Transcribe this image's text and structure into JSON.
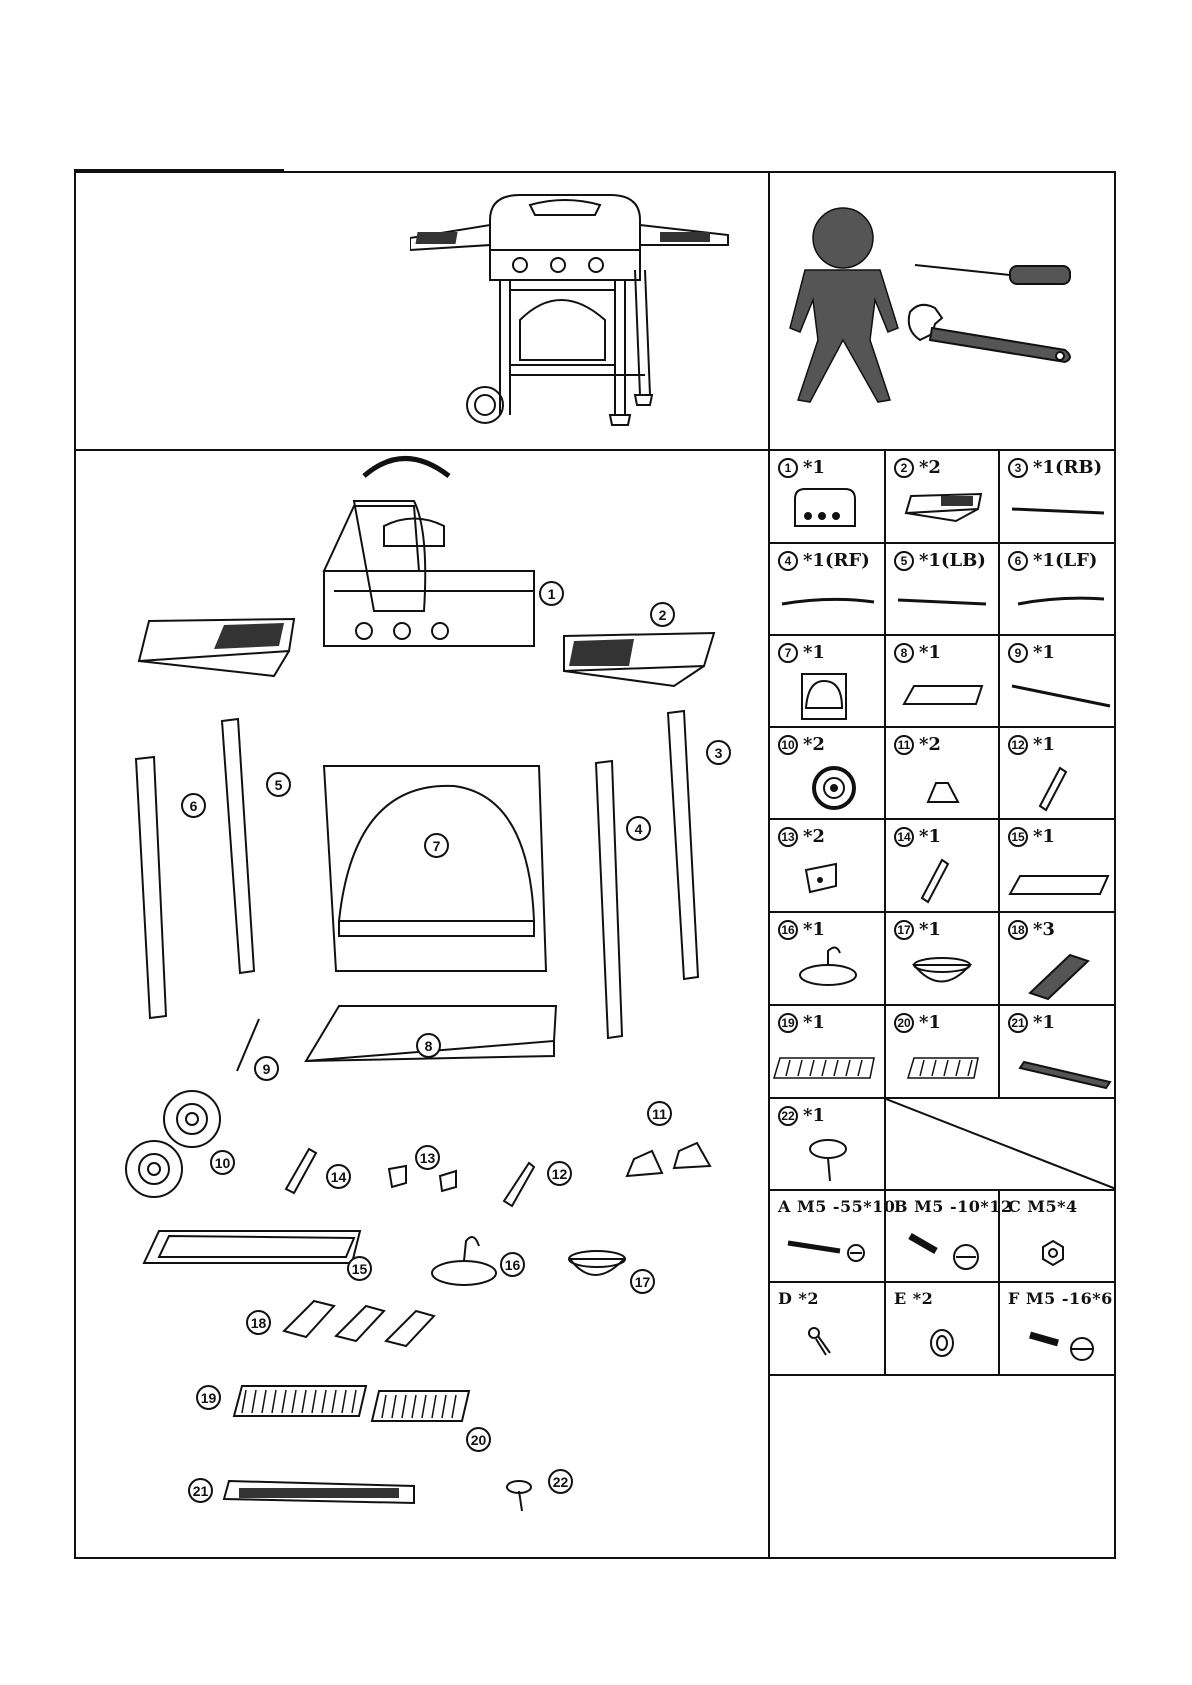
{
  "parts": [
    {
      "num": "1",
      "qty": "*1"
    },
    {
      "num": "2",
      "qty": "*2"
    },
    {
      "num": "3",
      "qty": "*1(RB)"
    },
    {
      "num": "4",
      "qty": "*1(RF)"
    },
    {
      "num": "5",
      "qty": "*1(LB)"
    },
    {
      "num": "6",
      "qty": "*1(LF)"
    },
    {
      "num": "7",
      "qty": "*1"
    },
    {
      "num": "8",
      "qty": "*1"
    },
    {
      "num": "9",
      "qty": "*1"
    },
    {
      "num": "10",
      "qty": "*2"
    },
    {
      "num": "11",
      "qty": "*2"
    },
    {
      "num": "12",
      "qty": "*1"
    },
    {
      "num": "13",
      "qty": "*2"
    },
    {
      "num": "14",
      "qty": "*1"
    },
    {
      "num": "15",
      "qty": "*1"
    },
    {
      "num": "16",
      "qty": "*1"
    },
    {
      "num": "17",
      "qty": "*1"
    },
    {
      "num": "18",
      "qty": "*3"
    },
    {
      "num": "19",
      "qty": "*1"
    },
    {
      "num": "20",
      "qty": "*1"
    },
    {
      "num": "21",
      "qty": "*1"
    },
    {
      "num": "22",
      "qty": "*1"
    }
  ],
  "hardware": [
    {
      "label": "A M5 -55*10"
    },
    {
      "label": "B M5 -10*12"
    },
    {
      "label": "C M5*4"
    },
    {
      "label": "D *2"
    },
    {
      "label": "E *2"
    },
    {
      "label": "F M5 -16*6"
    }
  ],
  "callouts": [
    "1",
    "2",
    "3",
    "4",
    "5",
    "6",
    "7",
    "8",
    "9",
    "10",
    "11",
    "12",
    "13",
    "14",
    "15",
    "16",
    "17",
    "18",
    "19",
    "20",
    "21",
    "22"
  ]
}
